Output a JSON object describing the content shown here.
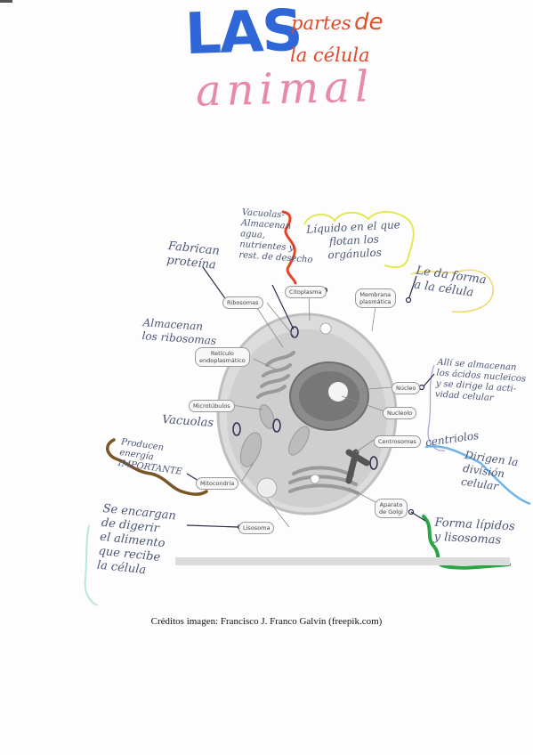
{
  "title": {
    "las": "LAS",
    "partes": "partes",
    "de": "de",
    "la_celula": "la célula",
    "animal": "animal"
  },
  "diagram_labels": {
    "ribosomas": "Ribosomas",
    "citoplasma": "Citoplasma",
    "membrana": "Membrana\nplasmática",
    "reticulo": "Retículo\nendoplasmático",
    "nucleo": "Núcleo",
    "nucleolo": "Nucleolo",
    "microtubulos": "Microtúbulos",
    "centrosomas": "Centrosomas",
    "mitocondria": "Mitocondria",
    "lisosoma": "Lisosoma",
    "golgi": "Aparato\nde Golgi"
  },
  "notes": {
    "vacuolas_top": "Vacuolas-\nAlmacenan\nagua,\nnutrientes y\nrest. de desecho",
    "liquido": "Líquido en el que\nflotan los\norgánulos",
    "fabrican": "Fabrican\nproteína",
    "forma": "Le da forma\na la célula",
    "almacenan_ribosomas": "Almacenan\nlos ribosomas",
    "nucleo_note": "Allí se almacenan\nlos ácidos nucleicos\ny se dirige la acti-\nvidad celular",
    "vacuolas_left": "Vacuolas",
    "producen": "Producen\nenergía\nIMPORTANTE",
    "centriolos": "centriolos",
    "dirigen": "Dirigen la\ndivisión\ncelular",
    "se_encargan": "Se encargan\nde digerir\nel alimento\nque recibe\nla célula",
    "forma_lipidos": "Forma lípidos\ny lisosomas"
  },
  "credits": "Créditos imagen: Francisco J. Franco Galvín (freepik.com)",
  "colors": {
    "las_blue": "#2f67d8",
    "title_orange": "#e04a2b",
    "animal_pink": "#e78aa8",
    "vacuola_red": "#e2462a",
    "liquido_yellow": "#e4e852",
    "membrana_yellow": "#f0d96b",
    "nucleo_purple": "#b49ad8",
    "centriolo_blue": "#6fb4e8",
    "mitocondria_brown": "#7a5525",
    "golgi_green": "#2aa545",
    "lisosoma_aqua": "#b9e6de"
  }
}
